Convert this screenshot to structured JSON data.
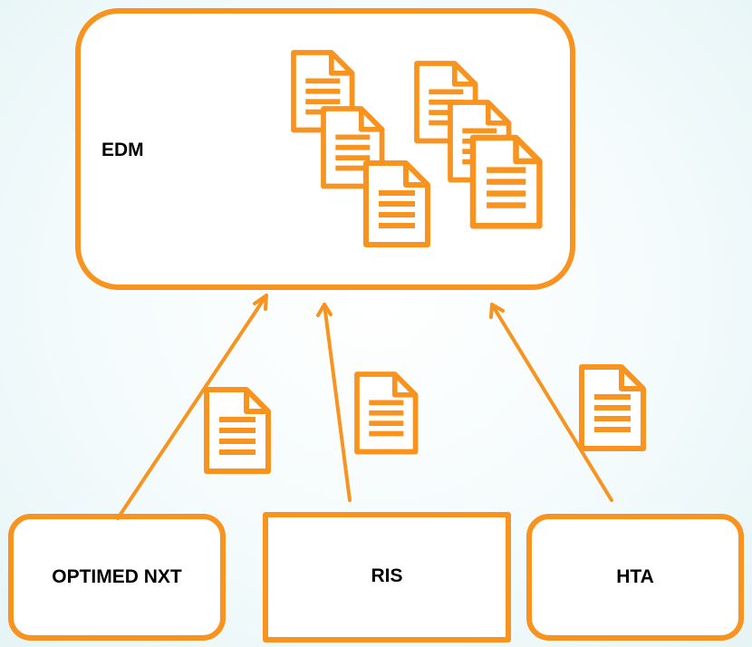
{
  "colors": {
    "accent": "#f7931e",
    "box_fill": "#ffffff",
    "text": "#000000"
  },
  "nodes": {
    "edm": {
      "label": "EDM"
    },
    "optimed": {
      "label": "OPTIMED NXT"
    },
    "ris": {
      "label": "RIS"
    },
    "hta": {
      "label": "HTA"
    }
  },
  "edges": [
    {
      "from": "optimed",
      "to": "edm",
      "carries": "document-icon"
    },
    {
      "from": "ris",
      "to": "edm",
      "carries": "document-icon"
    },
    {
      "from": "hta",
      "to": "edm",
      "carries": "document-icon"
    }
  ],
  "icons": {
    "document": "document-icon",
    "stored_document_count": 6
  }
}
